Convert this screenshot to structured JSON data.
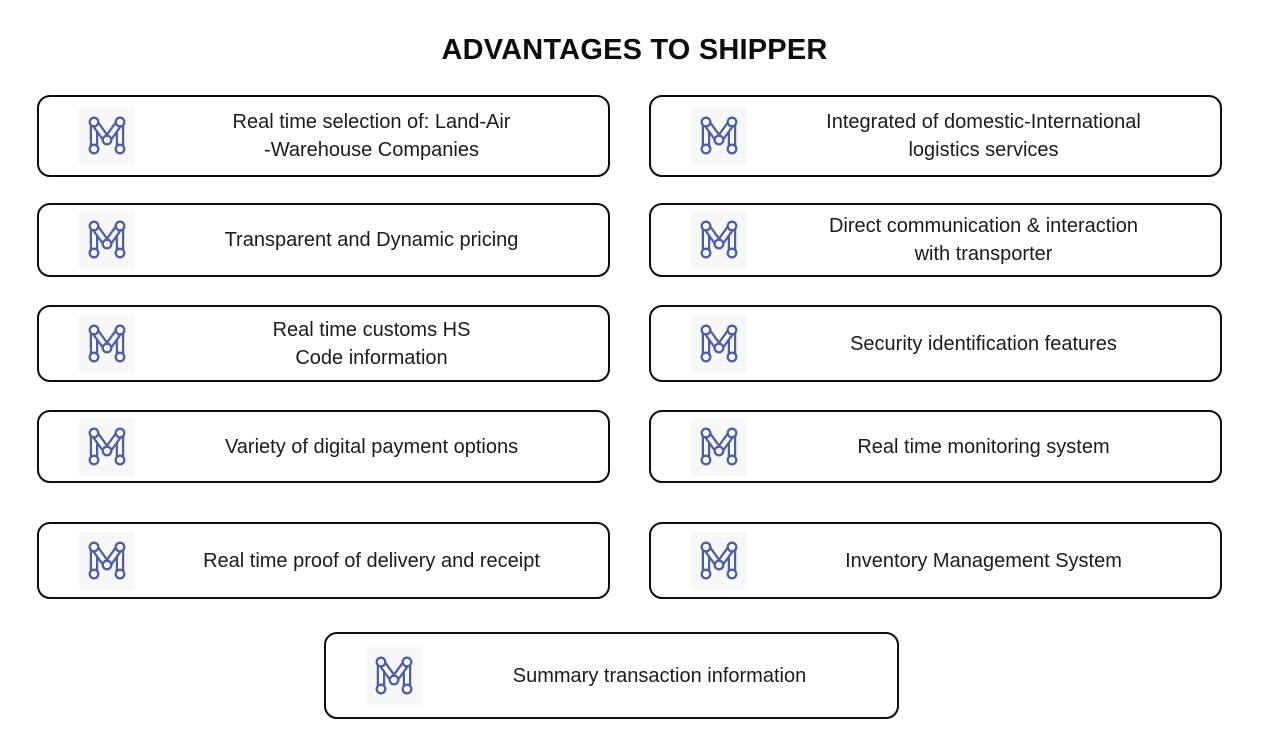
{
  "title": "ADVANTAGES TO SHIPPER",
  "colors": {
    "logo_blue": "#4d5f9c",
    "card_border": "#0d0d0d",
    "text": "#1b1b1b",
    "logo_tile_bg": "#f7f7fa",
    "page_bg": "#ffffff"
  },
  "icon": {
    "name": "logo-m-icon",
    "description": "chain-link style letter M logo"
  },
  "cards": {
    "left": [
      {
        "text": "Real time selection of: Land-Air\n-Warehouse Companies"
      },
      {
        "text": "Transparent and Dynamic pricing"
      },
      {
        "text": "Real time customs HS\nCode information"
      },
      {
        "text": "Variety of digital payment options"
      },
      {
        "text": "Real time proof of delivery and receipt"
      }
    ],
    "right": [
      {
        "text": "Integrated of domestic-International\nlogistics services"
      },
      {
        "text": "Direct communication & interaction\nwith transporter"
      },
      {
        "text": "Security identification features"
      },
      {
        "text": "Real time monitoring system"
      },
      {
        "text": "Inventory Management System"
      }
    ],
    "bottom": {
      "text": "Summary transaction information"
    }
  }
}
